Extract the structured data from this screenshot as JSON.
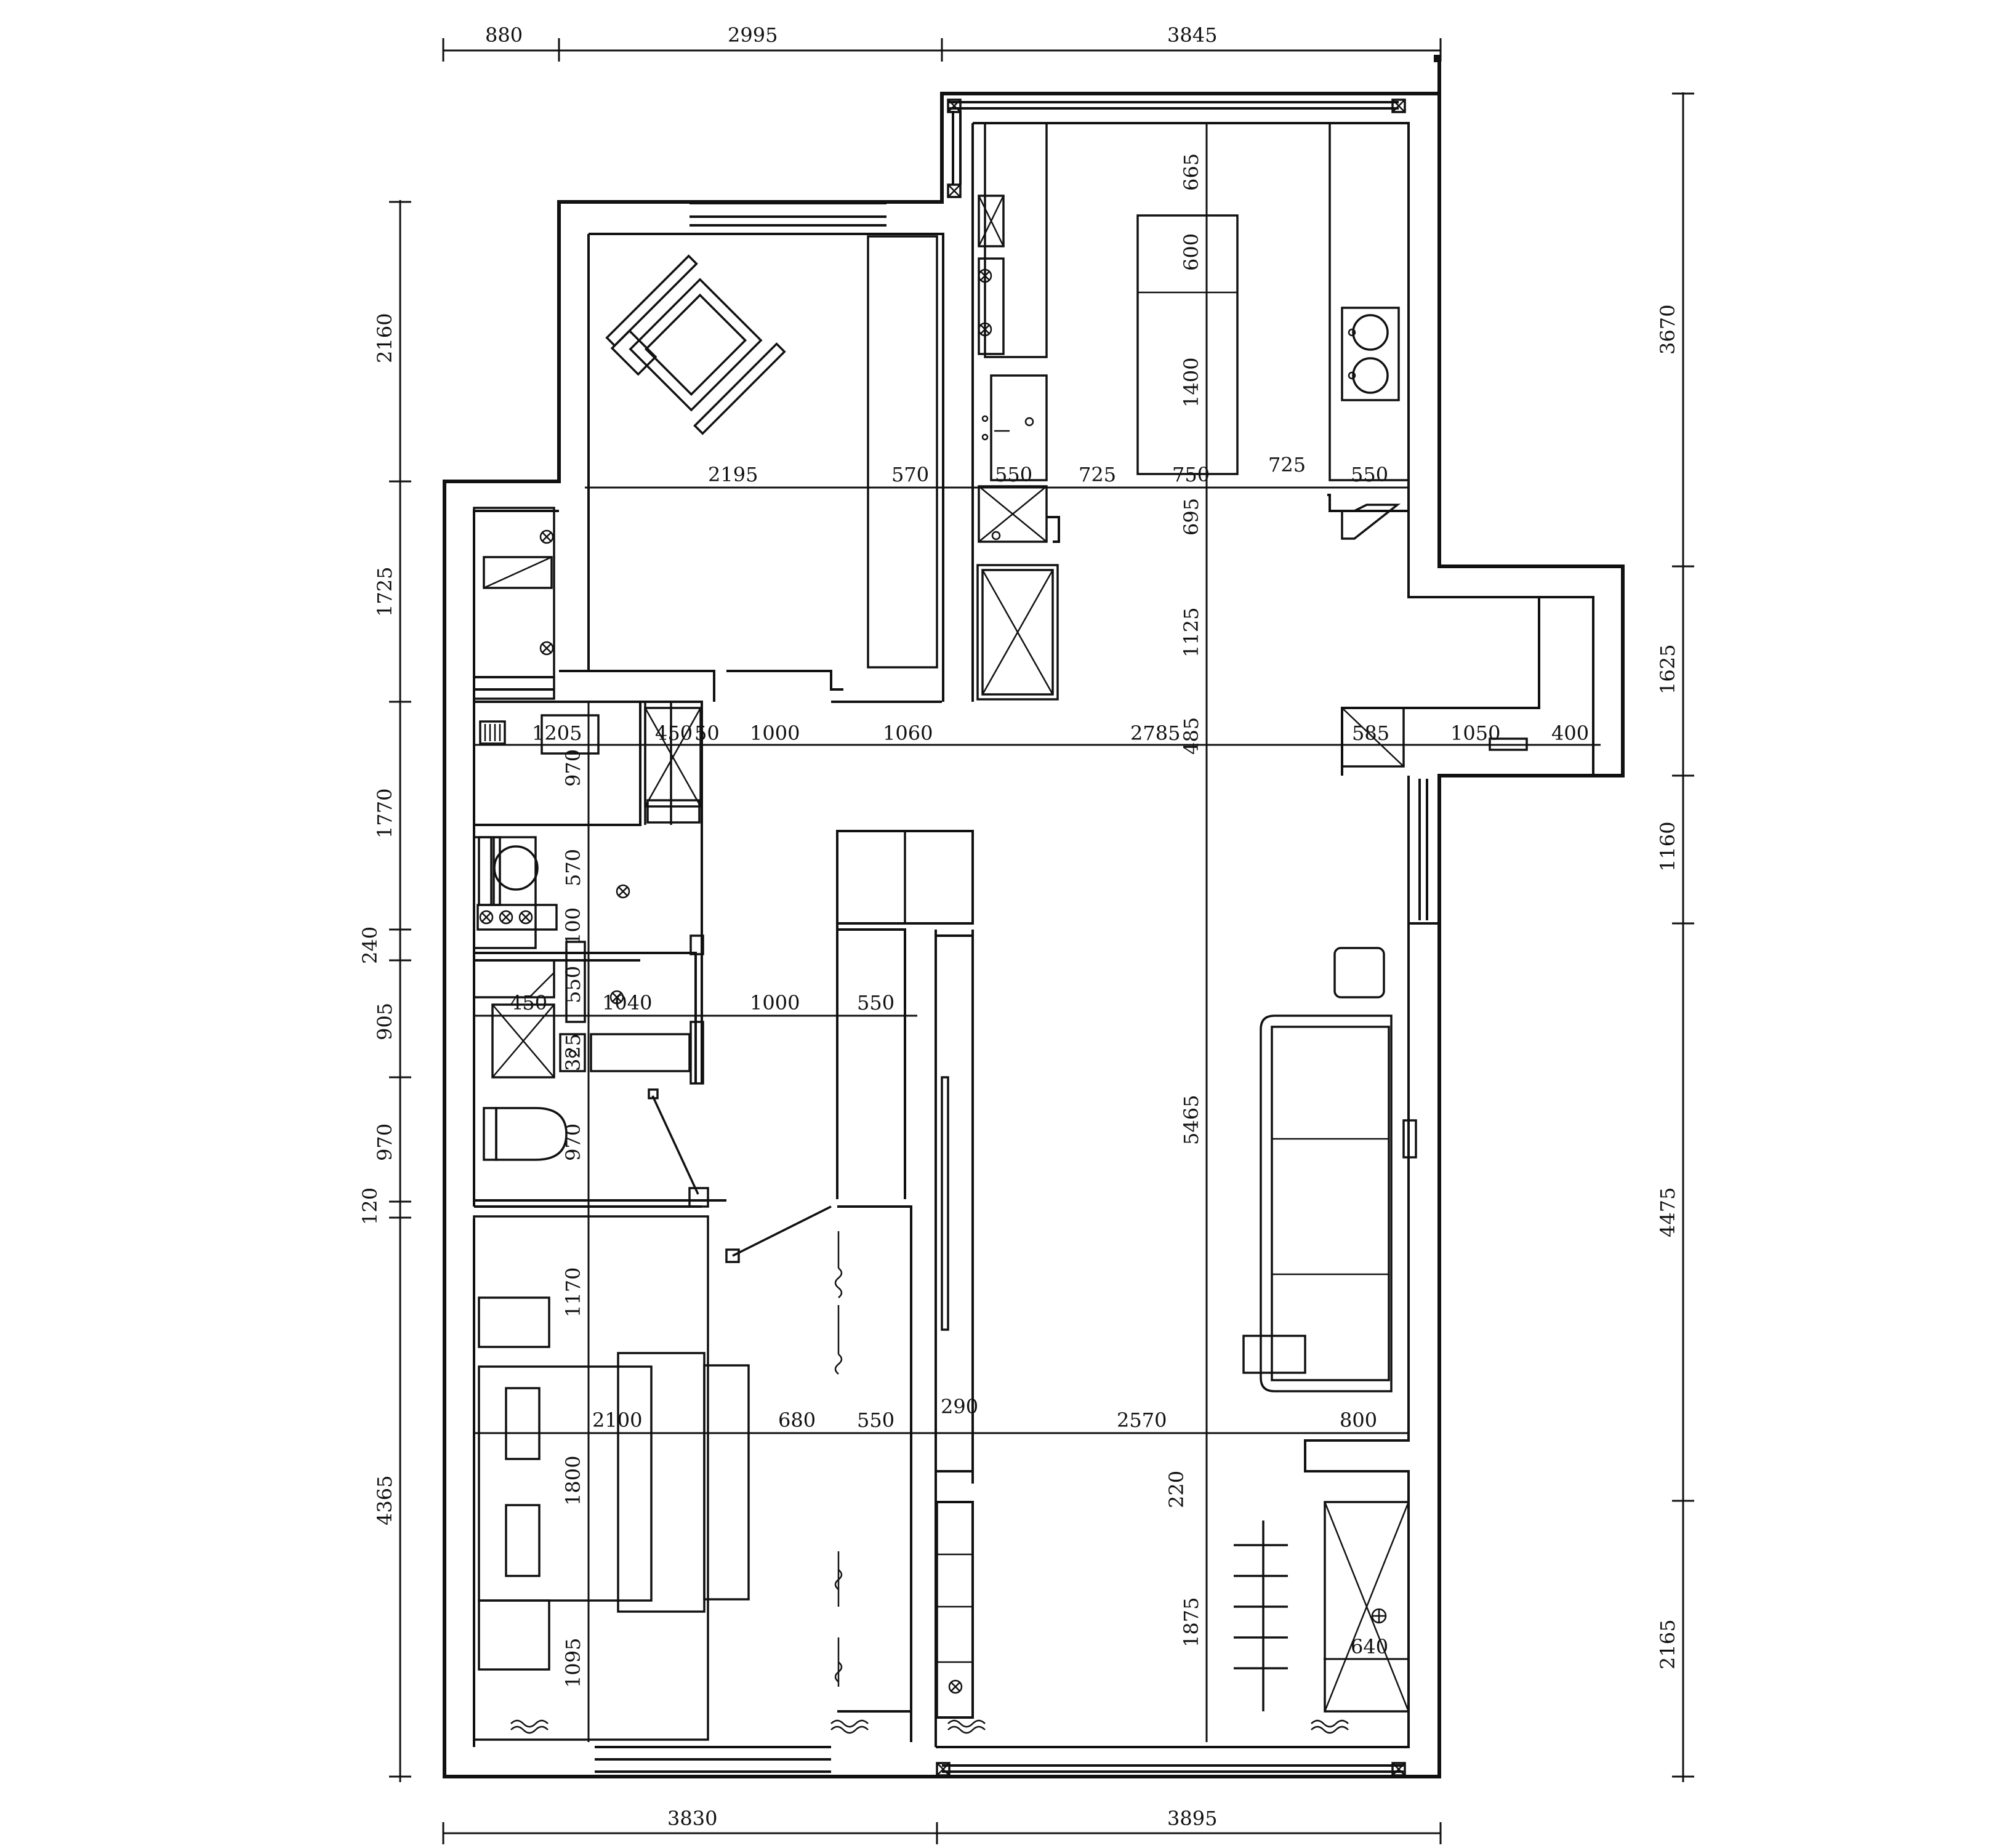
{
  "dimensions": {
    "top": [
      "880",
      "2995",
      "3845"
    ],
    "bottom": [
      "3830",
      "3895"
    ],
    "left": [
      "2160",
      "1725",
      "1770",
      "240",
      "905",
      "970",
      "120",
      "4365"
    ],
    "right": [
      "3670",
      "1625",
      "1160",
      "4475",
      "2165"
    ],
    "interior": {
      "bedroom_row": [
        "2195",
        "570",
        "550",
        "725",
        "750",
        "725",
        "550"
      ],
      "kitchen_col": [
        "665",
        "600",
        "1400",
        "695",
        "1125",
        "485",
        "5465",
        "220",
        "1875"
      ],
      "corridor_row": [
        "1205",
        "450",
        "50",
        "1000",
        "1060",
        "2785",
        "585",
        "1050",
        "400"
      ],
      "bath_col": [
        "970",
        "570",
        "100",
        "550",
        "325",
        "970",
        "1170",
        "1800",
        "1095"
      ],
      "bath_row": [
        "450",
        "1040",
        "1000",
        "550"
      ],
      "living_row": [
        "2100",
        "680",
        "550",
        "290",
        "2570",
        "800"
      ],
      "misc": [
        "640"
      ]
    }
  },
  "colors": {
    "line": "#111111",
    "background": "#ffffff"
  }
}
